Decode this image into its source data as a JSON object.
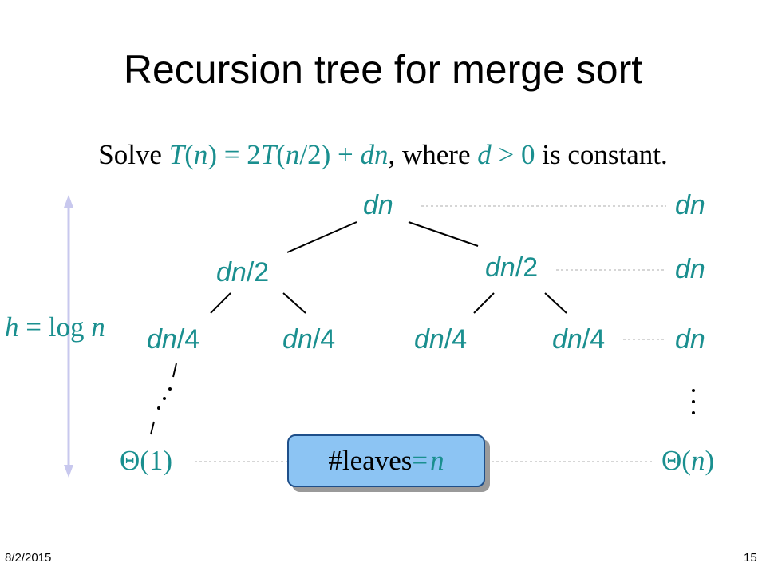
{
  "slide": {
    "title": "Recursion tree for merge sort",
    "footer_date": "8/2/2015",
    "page_number": "15"
  },
  "subtitle": {
    "p1": "Solve ",
    "T": "T",
    "o1": "(",
    "n1": "n",
    "c1": ") = 2",
    "T2": "T",
    "o2": "(",
    "n2": "n",
    "c2": "/2) + ",
    "dn": "dn",
    "p2": ", where ",
    "d": "d",
    "gt": " > 0",
    "p3": " is constant."
  },
  "tree": {
    "root": {
      "a": "dn",
      "b": ""
    },
    "level1": [
      {
        "a": "dn",
        "b": "/2"
      },
      {
        "a": "dn",
        "b": "/2"
      }
    ],
    "level2": [
      {
        "a": "dn",
        "b": "/4"
      },
      {
        "a": "dn",
        "b": "/4"
      },
      {
        "a": "dn",
        "b": "/4"
      },
      {
        "a": "dn",
        "b": "/4"
      }
    ],
    "leaf": "Θ(1)"
  },
  "level_costs": [
    "dn",
    "dn",
    "dn"
  ],
  "total_cost": {
    "prefix": "Θ(",
    "n": "n",
    "suffix": ")"
  },
  "height_label": {
    "h": "h",
    "eq": " = log ",
    "n": "n"
  },
  "leaves_box": {
    "prefix": "#leaves ",
    "eq": "= ",
    "n": "n"
  },
  "colors": {
    "math_teal": "#1a8f8f",
    "box_fill": "#8cc4f3",
    "box_border": "#1e4f8a",
    "height_arrow": "#c8c8ee"
  }
}
